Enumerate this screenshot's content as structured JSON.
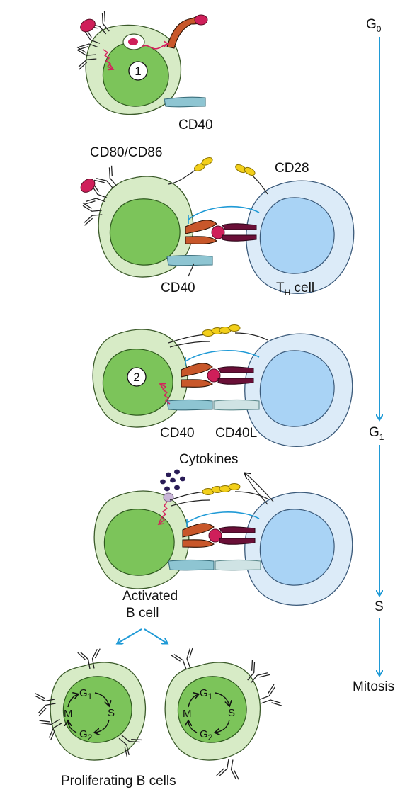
{
  "labels": {
    "cd40_top": "CD40",
    "cd80_cd86": "CD80/CD86",
    "cd28": "CD28",
    "cd40_mid": "CD40",
    "th_cell_main": "T",
    "th_cell_sub": "H",
    "th_cell_rest": " cell",
    "cd40_third": "CD40",
    "cd40l": "CD40L",
    "cytokines": "Cytokines",
    "activated_line1": "Activated",
    "activated_line2": "B cell",
    "proliferating": "Proliferating B cells"
  },
  "steps": {
    "step1": "1",
    "step2": "2"
  },
  "timeline": {
    "g0_main": "G",
    "g0_sub": "0",
    "g1_main": "G",
    "g1_sub": "1",
    "s": "S",
    "mitosis": "Mitosis"
  },
  "cell_cycle": {
    "g1_main": "G",
    "g1_sub": "1",
    "s": "S",
    "g2_main": "G",
    "g2_sub": "2",
    "m": "M"
  },
  "colors": {
    "b_cell_outer": "#d7ebc6",
    "b_cell_nucleus": "#7cc45a",
    "t_cell_outer": "#dcebf8",
    "t_cell_nucleus": "#a9d3f5",
    "cd40": "#8ec5d2",
    "cd40l": "#cfe3e4",
    "mhc_receptor": "#c8572a",
    "antigen": "#cf1f5a",
    "tcr": "#6a0f37",
    "costim": "#f2cf1a",
    "timeline_arrow": "#1f9ad6",
    "signal": "#d61f5d",
    "cytokine": "#2a1c57"
  }
}
